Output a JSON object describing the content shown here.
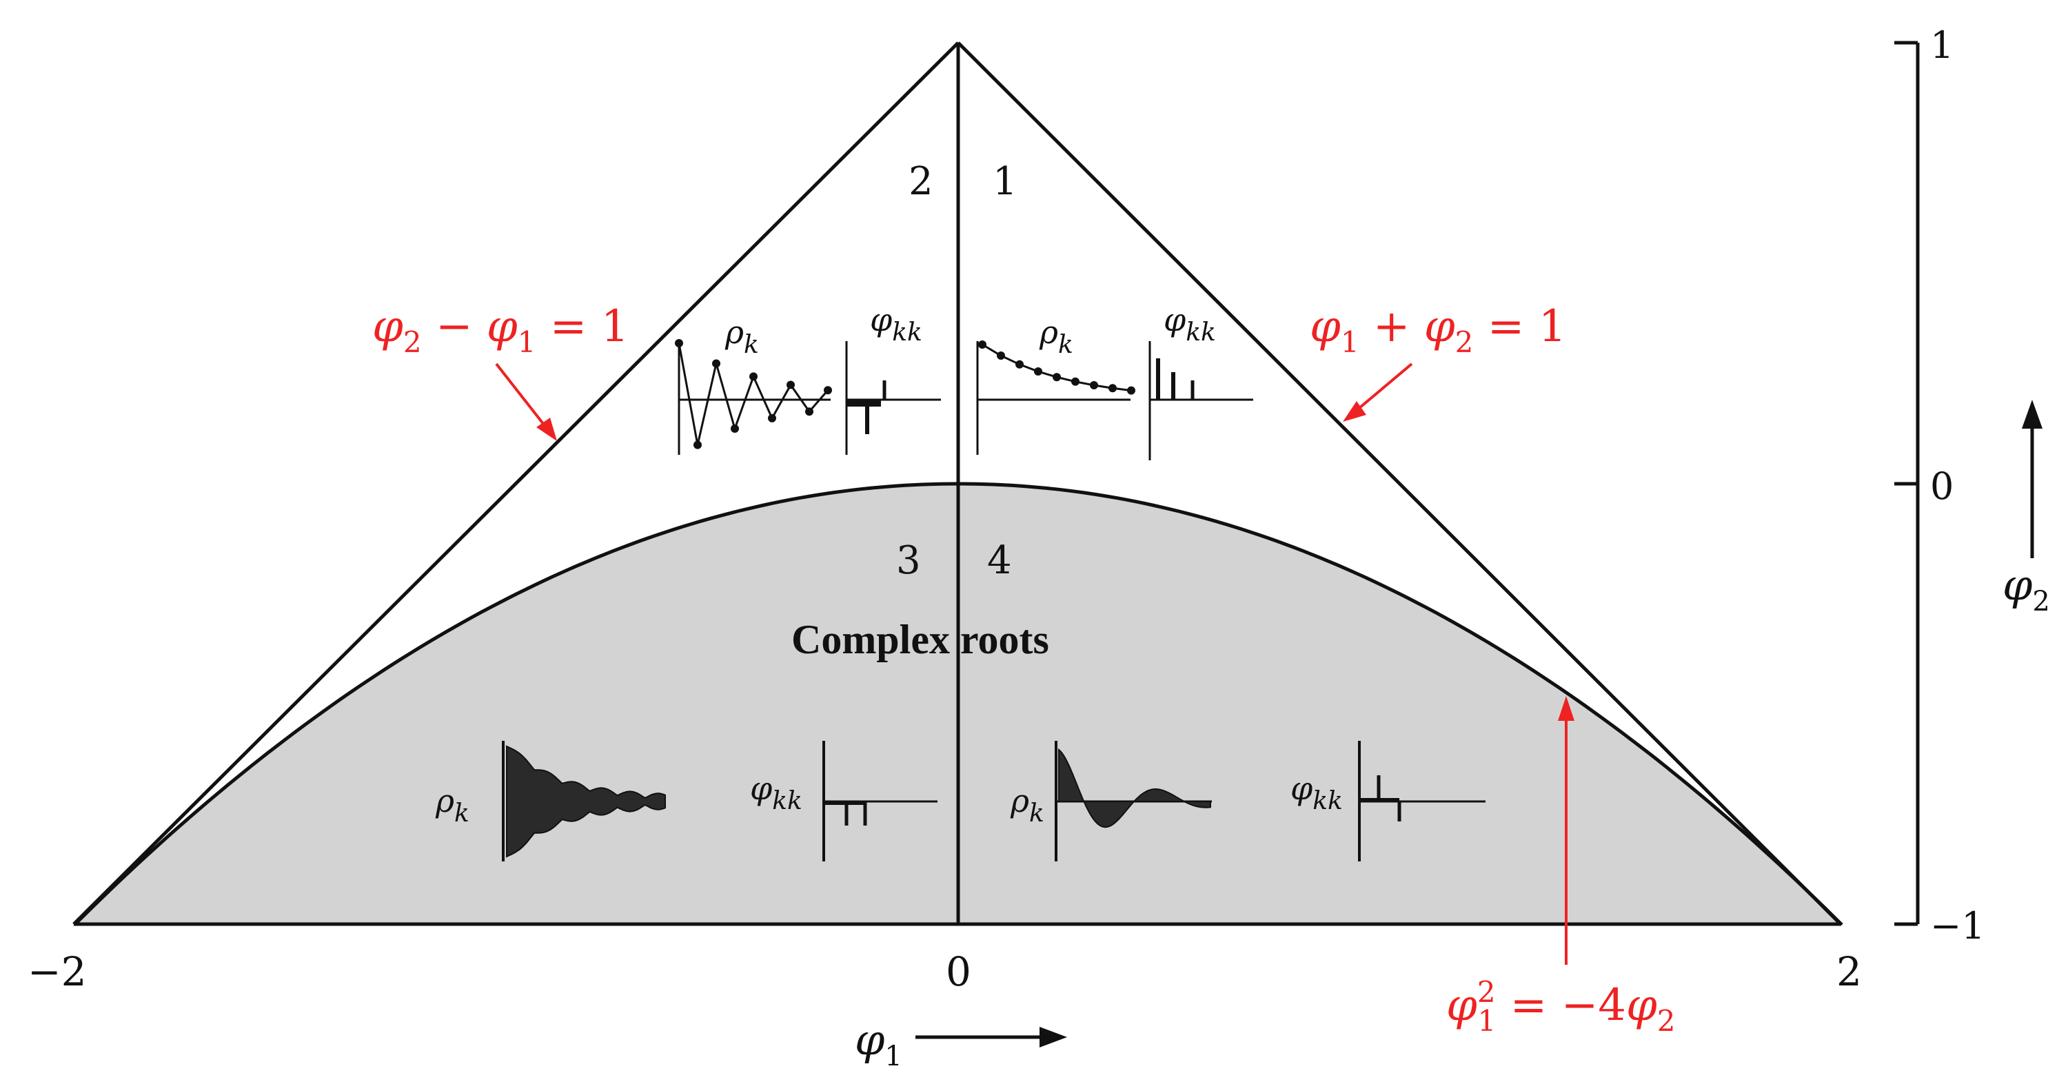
{
  "colors": {
    "ink": "#111111",
    "shade": "#d3d3d3",
    "annotation": "#ee2222",
    "plot_fill": "#2a2a2a"
  },
  "regions": {
    "r1": "1",
    "r2": "2",
    "r3": "3",
    "r4": "4",
    "complex_label": "Complex roots"
  },
  "x_axis": {
    "label_symbol": "φ",
    "label_sub": "1",
    "ticks": [
      "−2",
      "0",
      "2"
    ]
  },
  "y_axis": {
    "label_symbol": "φ",
    "label_sub": "2",
    "ticks": [
      "1",
      "0",
      "−1"
    ]
  },
  "annotations": {
    "left_line": {
      "a": "φ",
      "a_sub": "2",
      "op": " − ",
      "b": "φ",
      "b_sub": "1",
      "rhs": " = 1"
    },
    "right_line": {
      "a": "φ",
      "a_sub": "1",
      "op": " + ",
      "b": "φ",
      "b_sub": "2",
      "rhs": " = 1"
    },
    "parabola": {
      "a": "φ",
      "a_sub": "1",
      "a_sup": "2",
      "rhs_pre": " = −4",
      "b": "φ",
      "b_sub": "2"
    }
  },
  "acf_labels": {
    "rho": "ρ",
    "rho_sub": "k",
    "phi": "φ",
    "phi_sub": "kk"
  }
}
